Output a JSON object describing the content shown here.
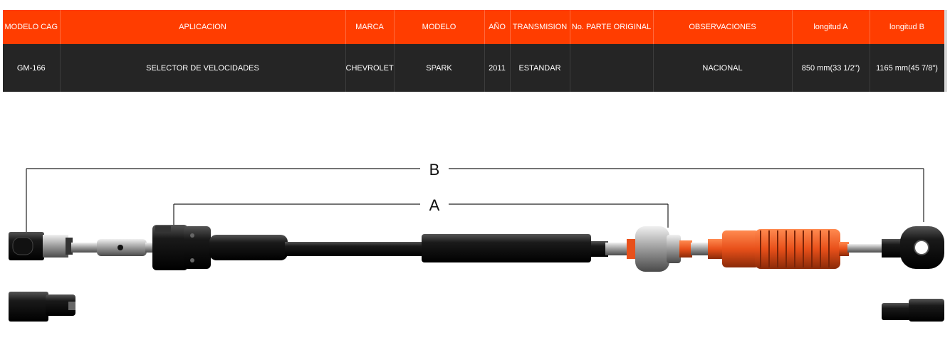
{
  "table": {
    "headers": [
      "MODELO CAG",
      "APLICACION",
      "MARCA",
      "MODELO",
      "AÑO",
      "TRANSMISION",
      "No. PARTE ORIGINAL",
      "OBSERVACIONES",
      "longitud A",
      "longitud B"
    ],
    "row": [
      "GM-166",
      "SELECTOR DE VELOCIDADES",
      "CHEVROLET",
      "SPARK",
      "2011",
      "ESTANDAR",
      "",
      "NACIONAL",
      "850 mm(33 1/2\")",
      "1165 mm(45 7/8\")"
    ]
  },
  "diagram": {
    "label_b": "B",
    "label_a": "A"
  },
  "colors": {
    "header_bg": "#ff3d00",
    "row_bg": "#252525",
    "boot": "#e8501a"
  }
}
